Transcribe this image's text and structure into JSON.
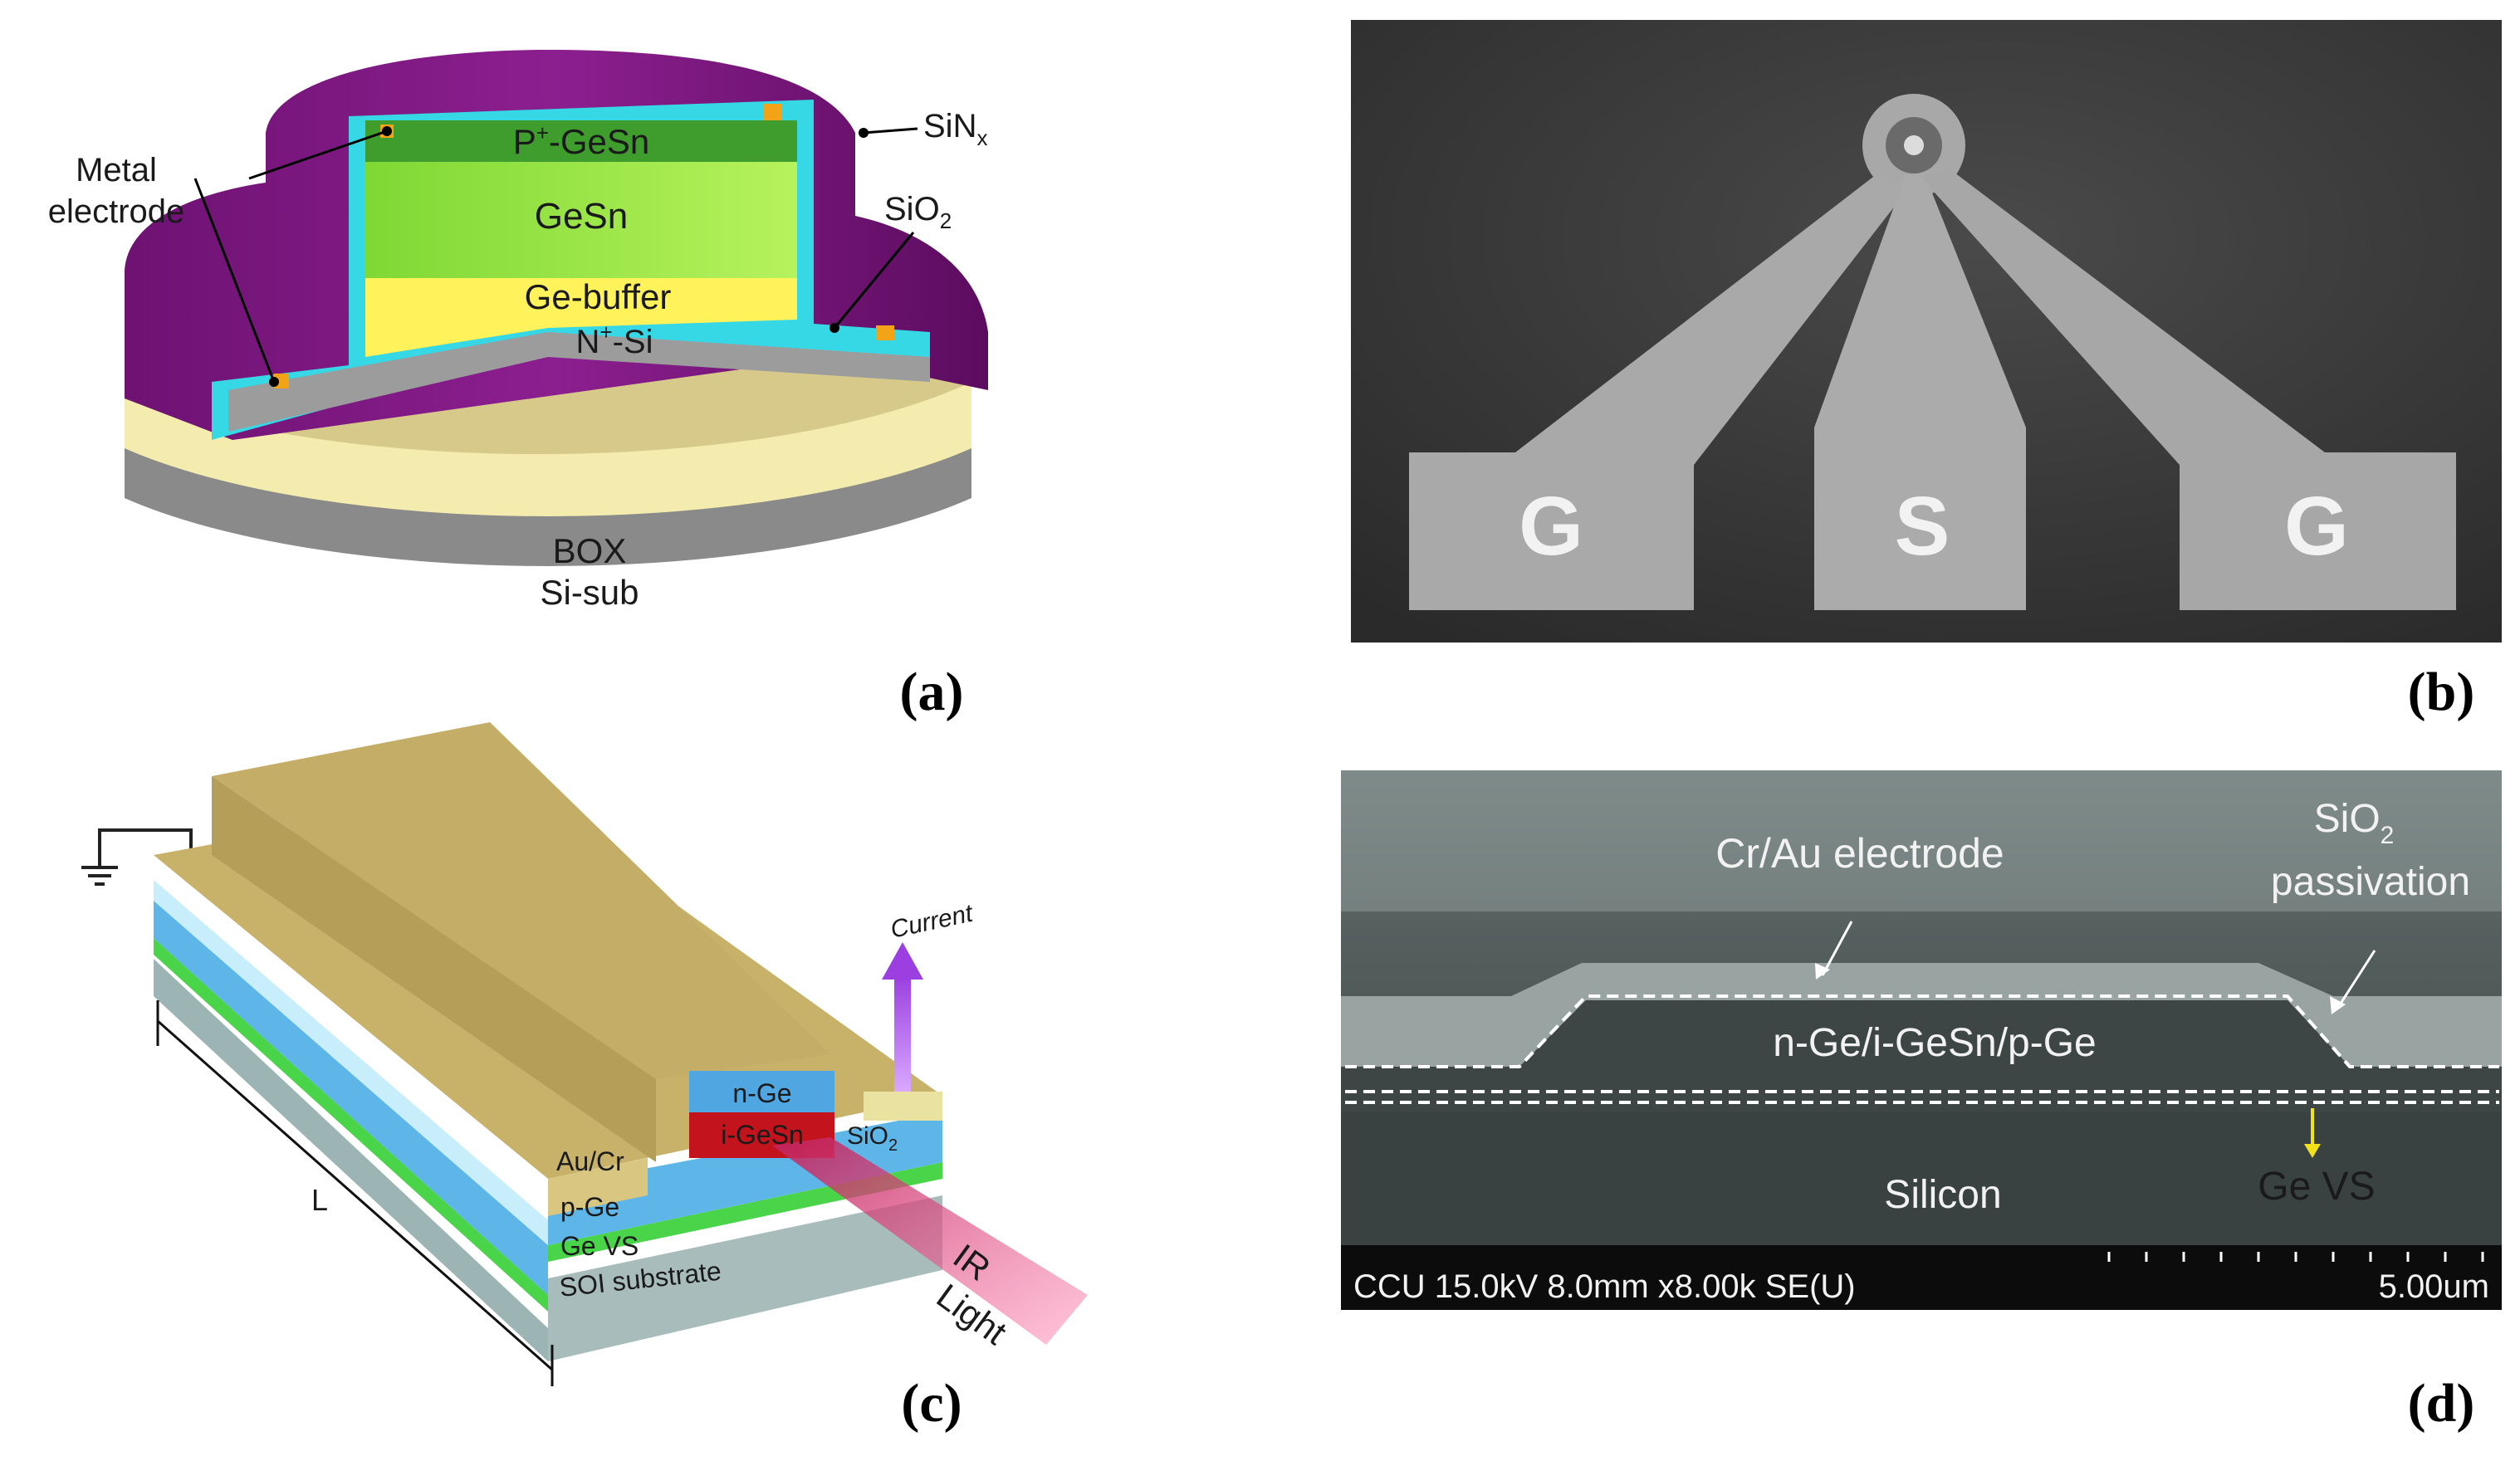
{
  "panels": {
    "a": {
      "caption": "(a)",
      "labels": {
        "metal_electrode_1": "Metal",
        "metal_electrode_2": "electrode",
        "sinx": "SiN",
        "sinx_sub": "x",
        "p_gesn_sup": "+",
        "p_gesn": "-GeSn",
        "p_prefix": "P",
        "gesn": "GeSn",
        "sio2": "SiO",
        "sio2_sub": "2",
        "ge_buffer": "Ge-buffer",
        "n_si_prefix": "N",
        "n_si_sup": "+",
        "n_si": "-Si",
        "box": "BOX",
        "si_sub": "Si-sub"
      }
    },
    "b": {
      "caption": "(b)",
      "pads": [
        "G",
        "S",
        "G"
      ]
    },
    "c": {
      "caption": "(c)",
      "labels": {
        "current": "Current",
        "n_ge": "n-Ge",
        "i_gesn": "i-GeSn",
        "sio2": "SiO",
        "sio2_sub": "2",
        "au_cr": "Au/Cr",
        "p_ge": "p-Ge",
        "ge_vs": "Ge VS",
        "soi": "SOI substrate",
        "length": "L",
        "ir_1": "IR",
        "ir_2": "Light"
      }
    },
    "d": {
      "caption": "(d)",
      "labels": {
        "electrode": "Cr/Au electrode",
        "sio2": "SiO",
        "sio2_sub": "2",
        "passivation": "passivation",
        "stack": "n-Ge/i-GeSn/p-Ge",
        "silicon": "Silicon",
        "ge_vs": "Ge VS"
      },
      "scale_bar": {
        "info": "CCU 15.0kV 8.0mm x8.00k SE(U)",
        "scale": "5.00um"
      }
    }
  }
}
